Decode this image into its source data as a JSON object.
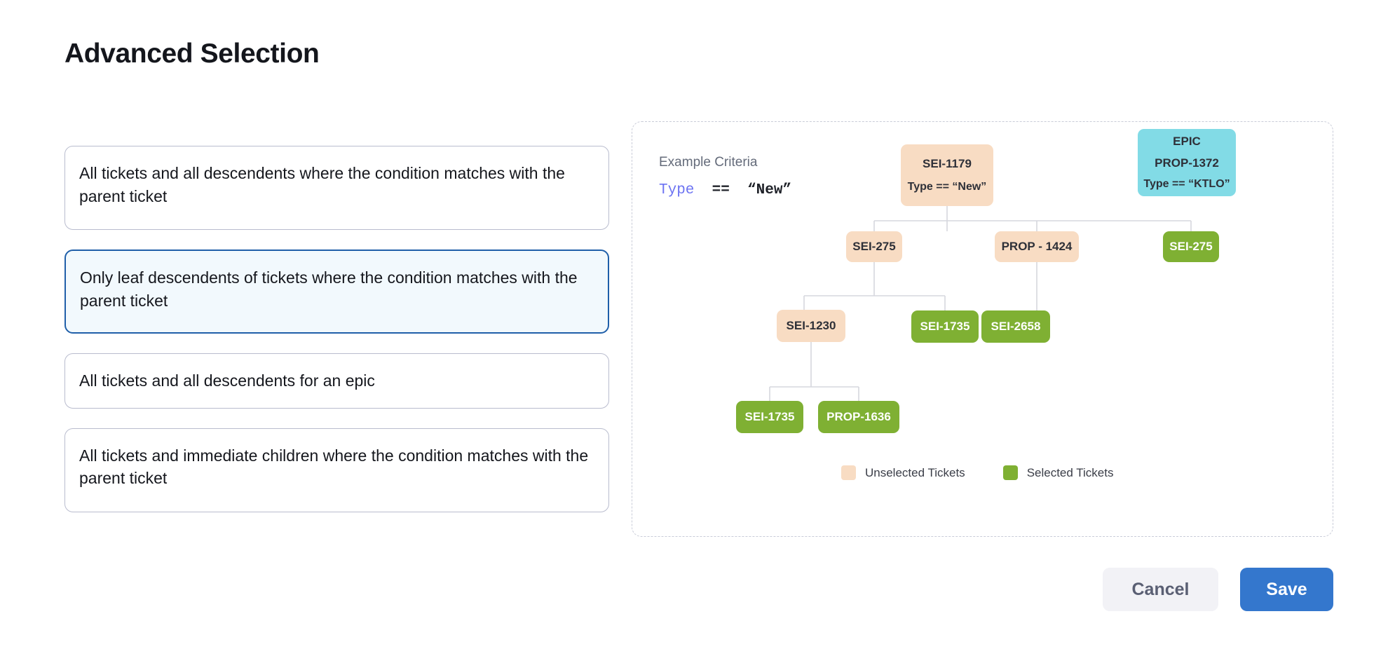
{
  "page": {
    "title": "Advanced Selection"
  },
  "options": [
    {
      "id": "all-descendents-condition",
      "label": "All tickets and all descendents where the condition matches with the parent ticket",
      "selected": false
    },
    {
      "id": "leaf-descendents-condition",
      "label": "Only leaf descendents of tickets where the condition matches with the parent ticket",
      "selected": true
    },
    {
      "id": "all-descendents-epic",
      "label": "All tickets and all descendents for an epic",
      "selected": false
    },
    {
      "id": "immediate-children-condition",
      "label": "All tickets and immediate children where the condition matches with the parent ticket",
      "selected": false
    }
  ],
  "diagram": {
    "criteria_label": "Example Criteria",
    "criteria_expression": {
      "key": "Type",
      "operator": "==",
      "value": "“New”"
    },
    "nodes": {
      "sei1179": {
        "title": "SEI-1179",
        "subtitle": "Type == “New”",
        "state": "unselected"
      },
      "epic": {
        "kind": "EPIC",
        "title": "PROP-1372",
        "subtitle": "Type == “KTLO”",
        "state": "epic"
      },
      "sei275a": {
        "title": "SEI-275",
        "state": "unselected"
      },
      "prop1424": {
        "title": "PROP - 1424",
        "state": "unselected"
      },
      "sei275b": {
        "title": "SEI-275",
        "state": "selected"
      },
      "sei1230": {
        "title": "SEI-1230",
        "state": "unselected"
      },
      "sei1735a": {
        "title": "SEI-1735",
        "state": "selected"
      },
      "sei2658": {
        "title": "SEI-2658",
        "state": "selected"
      },
      "sei1735b": {
        "title": "SEI-1735",
        "state": "selected"
      },
      "prop1636": {
        "title": "PROP-1636",
        "state": "selected"
      }
    },
    "legend": [
      {
        "id": "unselected",
        "label": "Unselected Tickets",
        "color": "#f8dcc3"
      },
      {
        "id": "selected",
        "label": "Selected Tickets",
        "color": "#7fb033"
      }
    ]
  },
  "footer": {
    "cancel_label": "Cancel",
    "save_label": "Save"
  },
  "colors": {
    "accent_blue": "#3477cd",
    "selected_card_border": "#1f5fa9",
    "selected_card_bg": "#f2f9fd",
    "card_border": "#b9bcce",
    "node_unselected": "#f8dcc3",
    "node_selected": "#7fb033",
    "node_epic": "#82dbe6",
    "connector": "#d6d7de",
    "criteria_key": "#6c73f2"
  }
}
